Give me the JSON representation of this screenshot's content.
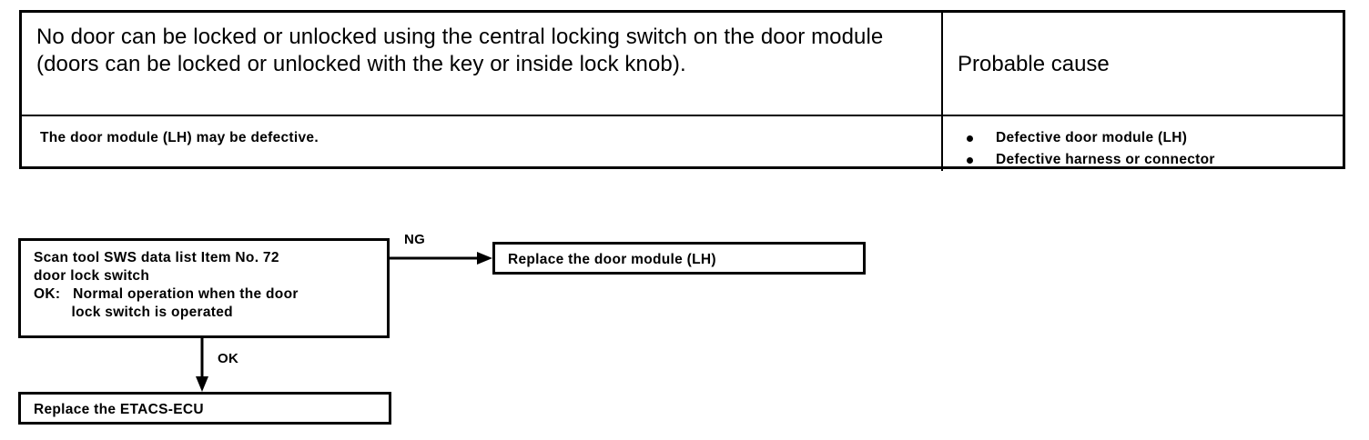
{
  "symptom_table": {
    "columns": [
      "symptom",
      "probable_cause"
    ],
    "header": {
      "symptom": "No door can be locked or unlocked using the central locking switch on the door module (doors can be locked or unlocked with the key or inside lock knob).",
      "probable_cause": "Probable cause"
    },
    "rows": [
      {
        "symptom": "The door module (LH) may be defective.",
        "causes": [
          "Defective door module (LH)",
          "Defective harness or connector"
        ]
      }
    ]
  },
  "flowchart": {
    "nodes": [
      {
        "id": "check-scan-tool",
        "text": "Scan tool SWS data list Item No. 72\ndoor lock switch\nOK:   Normal operation when the door\n         lock switch is operated"
      },
      {
        "id": "replace-door-module",
        "text": "Replace the door module (LH)"
      },
      {
        "id": "replace-etacs-ecu",
        "text": "Replace the ETACS-ECU"
      }
    ],
    "edges": [
      {
        "id": "edge-ng",
        "label": "NG",
        "from": "check-scan-tool",
        "to": "replace-door-module"
      },
      {
        "id": "edge-ok",
        "label": "OK",
        "from": "check-scan-tool",
        "to": "replace-etacs-ecu"
      }
    ]
  },
  "colors": {
    "ink": "#000000",
    "background": "#ffffff"
  }
}
